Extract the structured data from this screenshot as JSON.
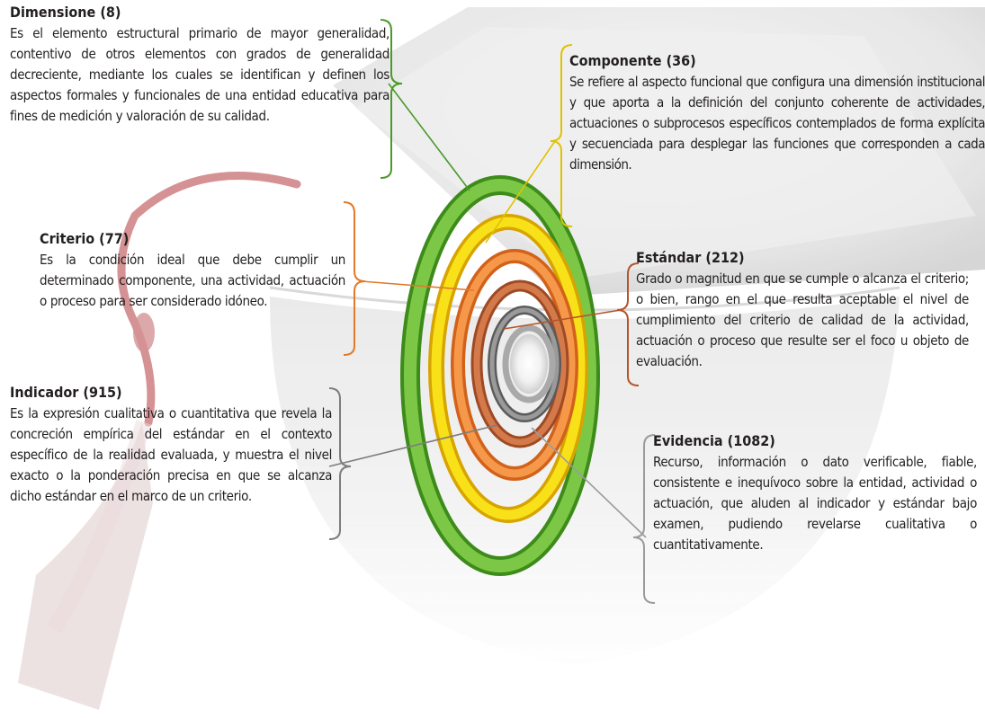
{
  "diagram": {
    "levels": [
      {
        "key": "dimension",
        "title": "Dimensione (8)",
        "text": "Es el elemento estructural primario de mayor generalidad, contentivo de otros elementos con grados de generalidad decreciente, mediante los cuales se identifican y definen los aspectos formales y funcionales de una entidad educativa para fines de medición y valoración de su calidad.",
        "ring_color": "#6cbd3a"
      },
      {
        "key": "componente",
        "title": "Componente (36)",
        "text": "Se refiere al aspecto funcional que configura una dimensión institucional y que aporta a la definición del conjunto coherente de actividades, actuaciones o subprocesos específicos contemplados de forma explícita y secuenciada para desplegar las funciones que corresponden a cada dimensión.",
        "ring_color": "#f6d800"
      },
      {
        "key": "criterio",
        "title": "Criterio (77)",
        "text": "Es la condición ideal que debe cumplir un determinado componente, una actividad, actuación o proceso para ser considerado idóneo.",
        "ring_color": "#f08a2c"
      },
      {
        "key": "estandar",
        "title": "Estándar (212)",
        "text": "Grado o magnitud en que se cumple o alcanza el criterio; o bien, rango en el que resulta aceptable el nivel de cumplimiento del criterio de calidad de la actividad, actuación o proceso que resulte ser el foco u objeto de evaluación.",
        "ring_color": "#c8642e"
      },
      {
        "key": "indicador",
        "title": "Indicador (915)",
        "text": "Es la expresión cualitativa o cuantitativa que revela la concreción empírica del estándar en el contexto específico de la realidad evaluada, y muestra el nivel exacto o la ponderación precisa en que se alcanza dicho estándar en el marco de un criterio.",
        "ring_color": "#7a7a7a"
      },
      {
        "key": "evidencia",
        "title": "Evidencia (1082)",
        "text": "Recurso, información o dato verificable, fiable, consistente e inequívoco sobre la entidad, actividad o actuación, que aluden al indicador y estándar bajo examen, pudiendo revelarse cualitativa o cuantitativamente.",
        "ring_color": "#bdbdbd"
      }
    ],
    "colors": {
      "bracket": "#c8843a",
      "cap": "#e6e6e6",
      "tassel": "#b33a3c"
    }
  }
}
